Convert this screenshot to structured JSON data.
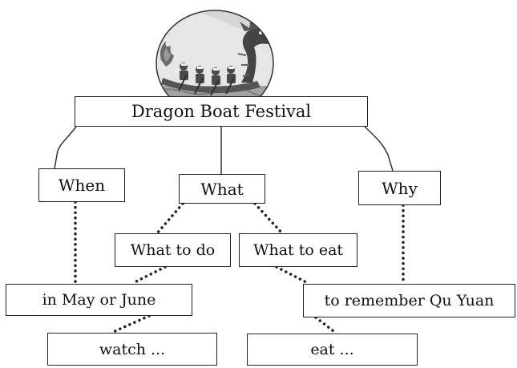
{
  "diagram": {
    "root": "Dragon Boat Festival",
    "branches": {
      "when": "When",
      "what": "What",
      "why": "Why"
    },
    "what_children": {
      "to_do": "What  to do",
      "to_eat": "What  to eat"
    },
    "answers": {
      "when": "in May or June",
      "why": "to remember Qu Yuan",
      "to_do": "watch ...",
      "to_eat": "eat ..."
    }
  },
  "illustration": {
    "icon": "dragon-boat-illustration",
    "colors": {
      "sky": "#e4e4e4",
      "water": "#9a9a9a",
      "dragon": "#444444",
      "outline": "#333333"
    }
  }
}
